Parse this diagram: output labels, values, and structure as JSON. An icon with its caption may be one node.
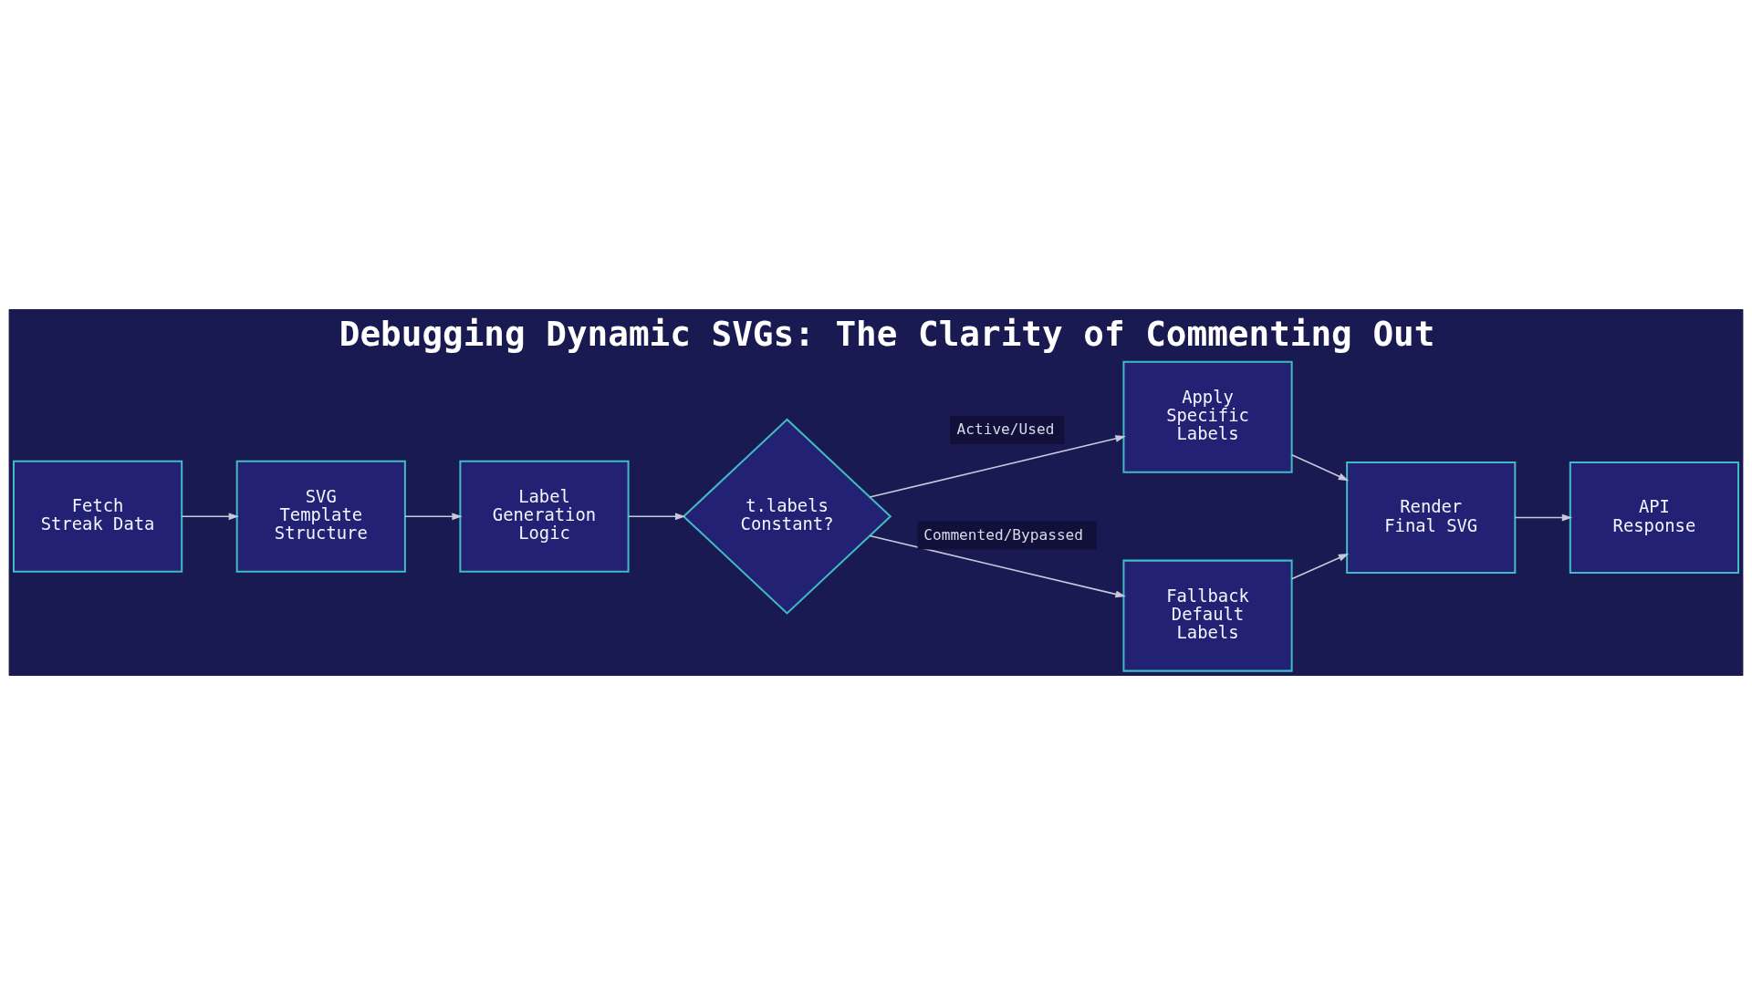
{
  "diagram": {
    "title": "Debugging Dynamic SVGs: The Clarity of Commenting Out",
    "nodes": [
      {
        "text": [
          "Fetch Streak Data"
        ]
      },
      {
        "text": [
          "SVG Template Structure"
        ]
      },
      {
        "text": [
          "Label Generation Logic"
        ]
      },
      {
        "text": [
          "t.labels Constant?"
        ]
      },
      {
        "text": [
          "Apply Specific Labels"
        ]
      },
      {
        "text": [
          "Fallback Default Labels"
        ]
      },
      {
        "text": [
          "Render Final SVG"
        ]
      },
      {
        "text": [
          "API Response"
        ]
      }
    ],
    "edges": [
      {
        "from": 0,
        "to": 1,
        "arrow": "to"
      },
      {
        "from": 1,
        "to": 2,
        "arrow": "to"
      },
      {
        "from": 2,
        "to": 3,
        "arrow": "to"
      },
      {
        "from": 3,
        "to": 4,
        "arrow": "to",
        "label": "Active/Used"
      },
      {
        "from": 3,
        "to": 5,
        "arrow": "to",
        "label": "Commented/Bypassed"
      },
      {
        "from": 4,
        "to": 6,
        "arrow": "to"
      },
      {
        "from": 5,
        "to": 6,
        "arrow": "to"
      },
      {
        "from": 6,
        "to": 7,
        "arrow": "to"
      }
    ]
  }
}
